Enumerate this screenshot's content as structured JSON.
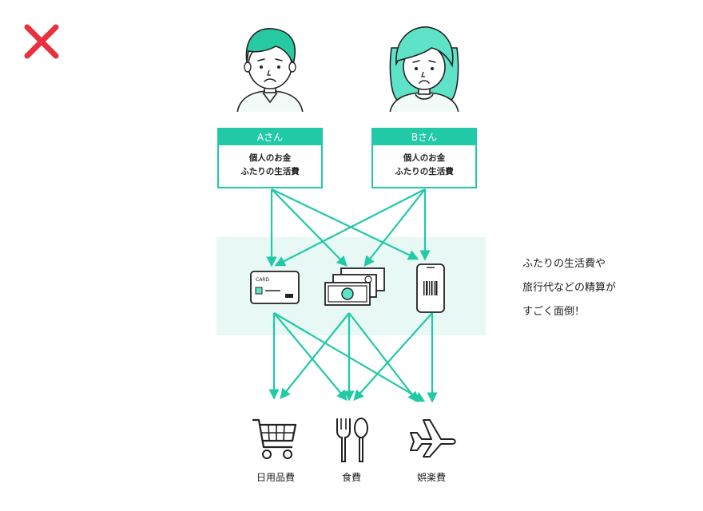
{
  "status_mark": "cross-icon",
  "people": [
    {
      "name": "Aさん",
      "lines": [
        "個人のお金",
        "ふたりの生活費"
      ],
      "hair_color": "#27c9a3"
    },
    {
      "name": "Bさん",
      "lines": [
        "個人のお金",
        "ふたりの生活費"
      ],
      "hair_color": "#5fe3c8"
    }
  ],
  "payment_methods": [
    {
      "icon": "credit-card-icon",
      "card_text": "CARD"
    },
    {
      "icon": "cash-bills-icon"
    },
    {
      "icon": "smartphone-barcode-icon"
    }
  ],
  "categories": [
    {
      "icon": "shopping-cart-icon",
      "label": "日用品費"
    },
    {
      "icon": "fork-spoon-icon",
      "label": "食費"
    },
    {
      "icon": "airplane-icon",
      "label": "娯楽費"
    }
  ],
  "note": {
    "lines": [
      "ふたりの生活費や",
      "旅行代などの精算が",
      "すごく面倒！"
    ]
  },
  "colors": {
    "accent": "#21c9a6",
    "band": "#e8f8f5",
    "cross": "#e8313d",
    "ink": "#222222"
  }
}
